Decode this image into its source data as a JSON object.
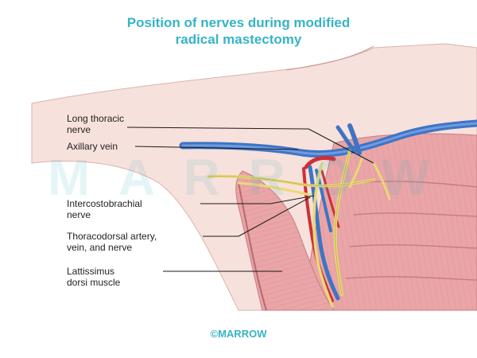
{
  "title": {
    "line1": "Position of nerves during modified",
    "line2": "radical mastectomy"
  },
  "watermark": "MARROW",
  "labels": {
    "long_thoracic": "Long thoracic\nnerve",
    "axillary_vein": "Axillary vein",
    "intercostobrachial": "Intercostobrachial\nnerve",
    "thoracodorsal": "Thoracodorsal artery,\nvein, and nerve",
    "latissimus": "Lattissimus\ndorsi muscle"
  },
  "footer": "©MARROW",
  "colors": {
    "title": "#35b4c6",
    "skin": "#f7e1dc",
    "muscle": "#e9a5a7",
    "vein": "#3f74c4",
    "artery": "#cf2f36",
    "nerve": "#e8d977",
    "leader": "#1a1a1a"
  }
}
